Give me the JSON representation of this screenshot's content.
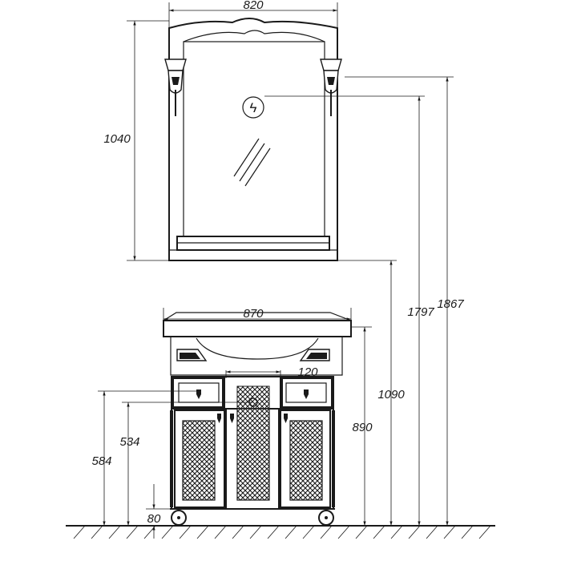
{
  "dimensions": {
    "mirror_width": "820",
    "mirror_height": "1040",
    "cabinet_width": "870",
    "drawer_offset": "120",
    "floor_to_sink": "890",
    "floor_to_mirror_bottom": "1090",
    "floor_to_light": "1797",
    "floor_to_mirror_top": "1867",
    "drawer_top_height": "584",
    "outlet_height": "534",
    "leg_height": "80"
  },
  "symbols": {
    "electrical_outlet": "ϟ"
  },
  "icons": [
    "lamp-icon",
    "electrical-outlet-icon",
    "caster-wheel-icon",
    "drawer-handle-icon"
  ]
}
